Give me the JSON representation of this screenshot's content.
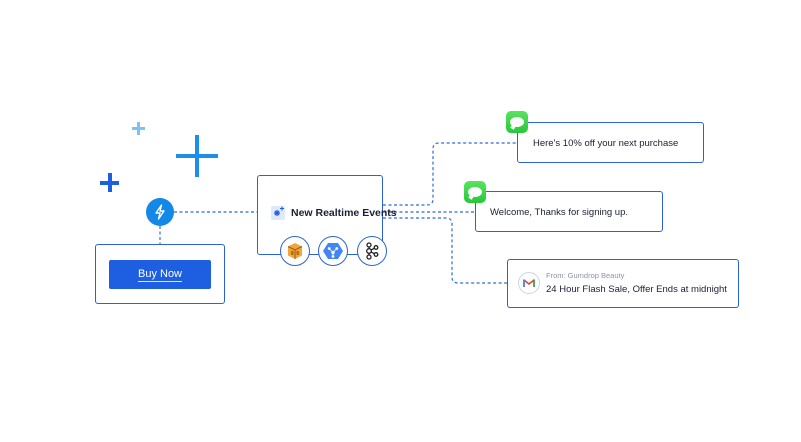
{
  "colors": {
    "accent": "#1d5fe0",
    "border": "#2b63d6",
    "connector": "#2f6bd6",
    "trigger_blue": "#1488e6",
    "plus_light": "#7cc2f5",
    "plus_mid": "#1e8fe8",
    "plus_dark": "#1d5fe0",
    "message_green": "#27c83b"
  },
  "trigger": {
    "icon": "lightning-bolt-icon",
    "button_label": "Buy Now"
  },
  "events": {
    "title": "New Realtime Events",
    "title_icon": "sparkle-icon",
    "sources": [
      {
        "icon": "amazon-sqs-icon"
      },
      {
        "icon": "google-pubsub-icon"
      },
      {
        "icon": "kafka-icon"
      }
    ]
  },
  "outputs": {
    "sms_1": {
      "icon": "imessage-icon",
      "text": "Here's 10% off your next purchase"
    },
    "sms_2": {
      "icon": "imessage-icon",
      "text": "Welcome, Thanks for signing up."
    },
    "email": {
      "icon": "gmail-icon",
      "from": "From: Gumdrop Beauty",
      "subject": "24 Hour Flash Sale, Offer Ends at midnight"
    }
  }
}
